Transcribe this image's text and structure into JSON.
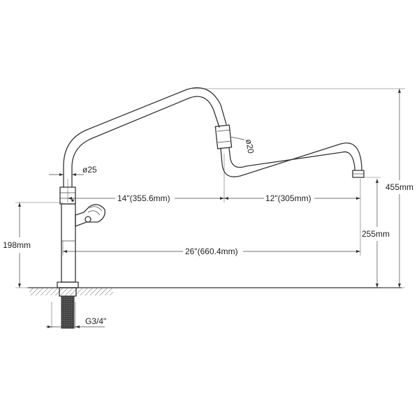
{
  "dimensions": {
    "spout_diameter": "ø25",
    "swivel_diameter": "ø20",
    "first_arm_reach": "14\"(355.6mm)",
    "second_arm_reach": "12\"(305mm)",
    "total_reach": "26\"(660.4mm)",
    "body_height": "198mm",
    "spout_outlet_height": "255mm",
    "total_height": "455mm",
    "thread_size": "G3/4\""
  }
}
